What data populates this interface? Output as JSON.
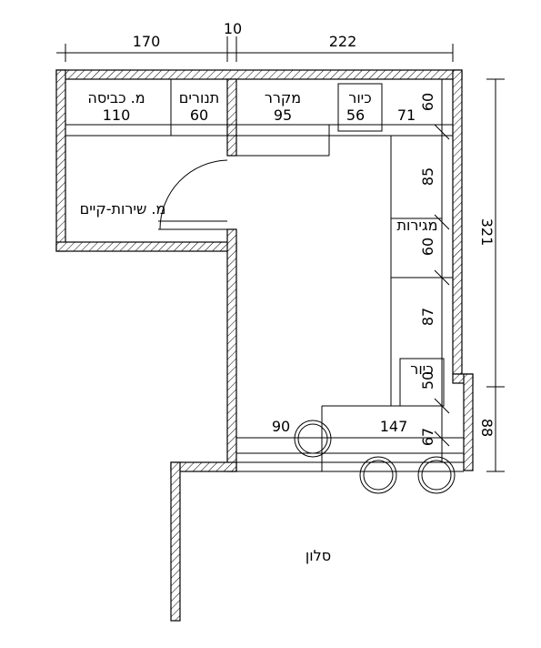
{
  "dimensions": {
    "top_left": "170",
    "top_mid": "10",
    "top_right": "222",
    "right_total": "321",
    "right_bottom": "88"
  },
  "rooms": {
    "laundry": "מ. כביסה",
    "ovens": "תנורים",
    "fridge": "מקרר",
    "sink_top": "כיור",
    "service_area": "מ. שירות-קיים",
    "drawers": "מגירות",
    "sink_right": "כיור",
    "living_room": "סלון"
  },
  "measurements": {
    "laundry_width": "110",
    "ovens_width": "60",
    "fridge_width": "95",
    "sink_top_width": "56",
    "counter_71": "71",
    "counter_depth_60": "60",
    "run_85": "85",
    "drawers_60": "60",
    "run_87": "87",
    "sink_right_50": "50",
    "island_90": "90",
    "island_147": "147",
    "island_67": "67"
  }
}
